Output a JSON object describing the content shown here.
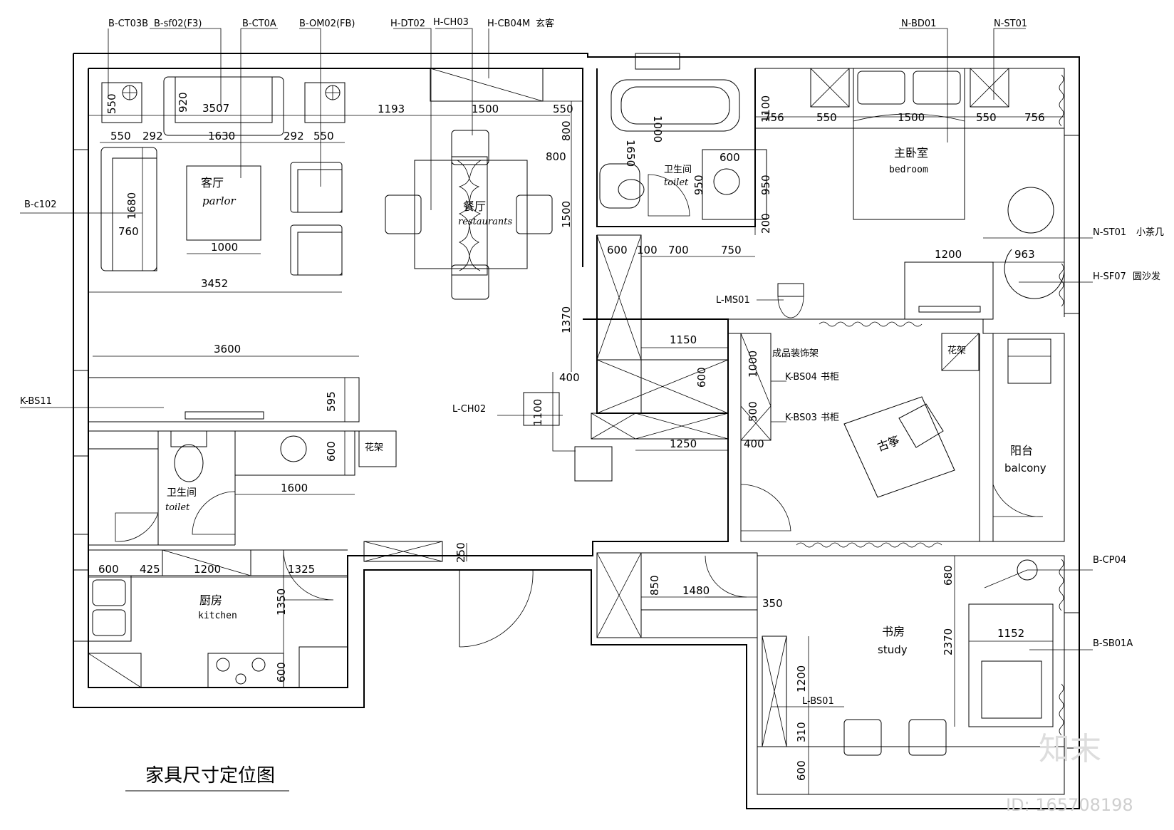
{
  "drawing_title": "家具尺寸定位图",
  "watermark": {
    "brand": "知末",
    "id": "ID: 165708198"
  },
  "rooms": {
    "living": {
      "zh": "客厅",
      "en": "parlor"
    },
    "dining": {
      "zh": "餐厅",
      "en": "restaurants"
    },
    "master_bedroom": {
      "zh": "主卧室",
      "en": "bedroom"
    },
    "toilet_a": {
      "zh": "卫生间",
      "en": "toilet"
    },
    "toilet_b": {
      "zh": "卫生间",
      "en": "toilet"
    },
    "kitchen": {
      "zh": "厨房",
      "en": "kitchen"
    },
    "study": {
      "zh": "书房",
      "en": "study"
    },
    "balcony": {
      "zh": "阳台",
      "en": "balcony"
    },
    "guzheng": {
      "zh": "古筝"
    }
  },
  "tags": {
    "b_ct03b": "B-CT03B",
    "b_sf02": "B-sf02(F3)",
    "b_ct0a": "B-CT0A",
    "b_om02": "B-OM02(FB)",
    "h_dt02": "H-DT02",
    "h_ch03": "H-CH03",
    "h_cb04m": "H-CB04M",
    "h_cb04m_note": "玄客",
    "n_bd01": "N-BD01",
    "n_st01_top": "N-ST01",
    "b_c102": "B-c102",
    "n_st01_side": "N-ST01",
    "n_st01_note": "小茶几",
    "h_sf07": "H-SF07",
    "h_sf07_note": "圆沙发",
    "l_ms01": "L-MS01",
    "k_bs11": "K-BS11",
    "l_ch02": "L-CH02",
    "b_cp04": "B-CP04",
    "b_sb01a": "B-SB01A",
    "k_bs04": "K-BS04",
    "k_bs04_note": "书柜",
    "k_bs03": "K-BS03",
    "k_bs03_note": "书柜",
    "l_bs01": "L-BS01",
    "shelf_label": "成品装饰架",
    "flower_rack_a": "花架",
    "flower_rack_b": "花架"
  },
  "dims": {
    "d550a": "550",
    "d920": "920",
    "d3507": "3507",
    "d1193": "1193",
    "d1500a": "1500",
    "d550b": "550",
    "d550c": "550",
    "d292a": "292",
    "d1630": "1630",
    "d292b": "292",
    "d550d": "550",
    "d800a": "800",
    "d800b": "800",
    "d1500b": "1500",
    "d1680": "1680",
    "d760": "760",
    "d1000a": "1000",
    "d3452": "3452",
    "d1370": "1370",
    "d3600": "3600",
    "d595": "595",
    "d400a": "400",
    "d1100a": "1100",
    "d600a": "600",
    "d1600": "1600",
    "d1250": "1250",
    "d600b": "600",
    "d425": "425",
    "d1200a": "1200",
    "d1325": "1325",
    "d250": "250",
    "d1350": "1350",
    "d600c": "600",
    "d1000b": "1000",
    "d1650": "1650",
    "d1100b": "1100",
    "d600d": "600",
    "d950a": "950",
    "d950b": "950",
    "d200": "200",
    "d756a": "756",
    "d550e": "550",
    "d1500c": "1500",
    "d550f": "550",
    "d756b": "756",
    "d600e": "600",
    "d100": "100",
    "d700": "700",
    "d750": "750",
    "d1200b": "1200",
    "d963": "963",
    "d1150": "1150",
    "d600f": "600",
    "d400b": "400",
    "d1000c": "1000",
    "d500": "500",
    "d680": "680",
    "d2370": "2370",
    "d1152": "1152",
    "d850": "850",
    "d1480": "1480",
    "d350": "350",
    "d1200c": "1200",
    "d310": "310",
    "d600g": "600"
  }
}
